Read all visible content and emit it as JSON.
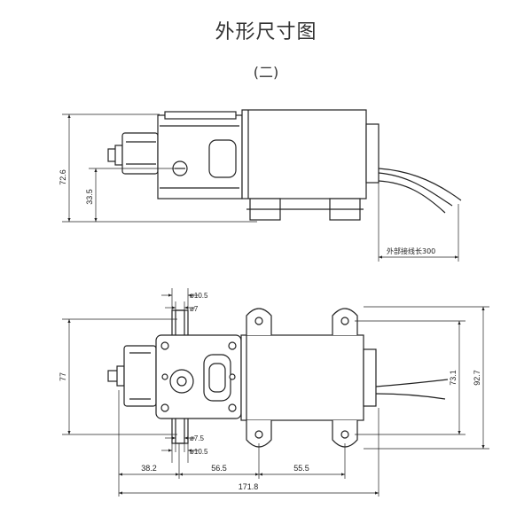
{
  "header": {
    "title": "外形尺寸图",
    "subtitle": "(二)"
  },
  "side_view": {
    "dim_height": "72.6",
    "dim_axis_height": "33.5",
    "wire_note": "外部接线长300"
  },
  "top_view": {
    "dia_outer_top": "ø10.5",
    "dia_inner_top": "ø7",
    "dia_inner_bottom": "ø7.5",
    "dia_outer_bottom": "ø10.5",
    "dim_width_left": "77",
    "dim_mount_spacing": "73.1",
    "dim_width_right": "92.7",
    "dim_seg_1": "38.2",
    "dim_seg_2": "56.5",
    "dim_seg_3": "55.5",
    "dim_total_length": "171.8"
  }
}
